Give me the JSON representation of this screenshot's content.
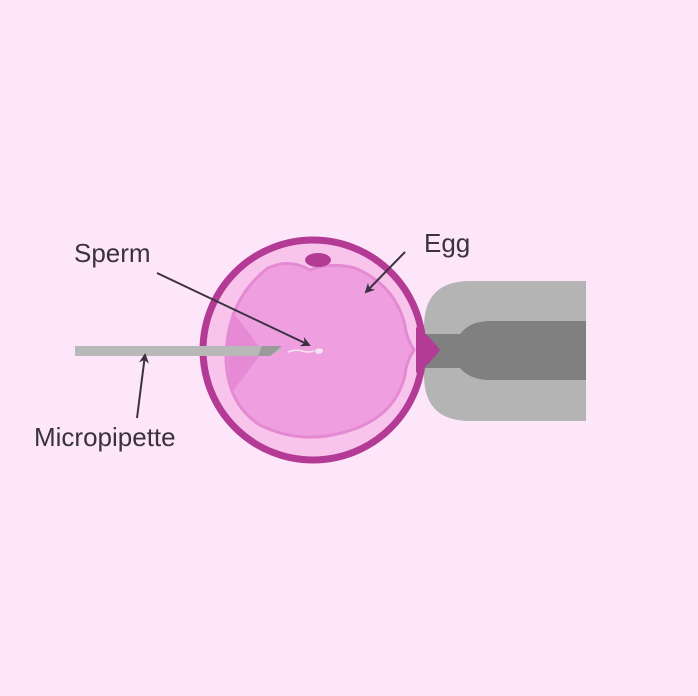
{
  "labels": {
    "sperm": "Sperm",
    "egg": "Egg",
    "micropipette": "Micropipette"
  },
  "colors": {
    "background": "#fde6f9",
    "egg_outer_ring": "#b33a95",
    "zona": "#f8c4ec",
    "cytoplasm": "#ef9fdf",
    "cytoplasm_edge": "#e48ad3",
    "polar_body": "#b33a95",
    "pipette": "#b8b8b8",
    "holding_pipette_outer": "#b4b4b4",
    "holding_pipette_inner": "#808080",
    "text": "#3a3240"
  }
}
